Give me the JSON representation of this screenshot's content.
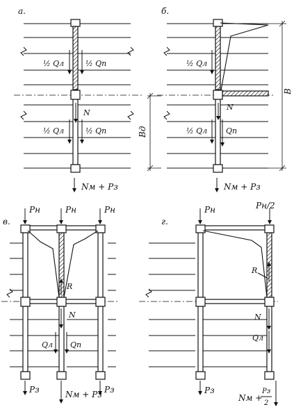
{
  "panels": {
    "a": {
      "label": "а.",
      "ql": "½ Qл",
      "qp": "½ Qп",
      "ql2": "½ Qл",
      "qp2": "½ Qп",
      "n": "N",
      "bottom": "Nм + Pз"
    },
    "b": {
      "label": "б.",
      "ql": "½ Qл",
      "n": "N",
      "ql2": "½ Qл",
      "qp": "Qп",
      "dim_b": "B",
      "dim_bd": "Bд",
      "bottom": "Nм + Pз"
    },
    "v": {
      "label": "в.",
      "p_top1": "Pн",
      "p_top2": "Pн",
      "p_top3": "Pн",
      "r": "R",
      "n": "N",
      "ql": "Qл",
      "qp": "Qп",
      "p_bot1": "Pз",
      "p_bot2": "Nм + Pз",
      "p_bot3": "Pз"
    },
    "g": {
      "label": "г.",
      "p_top1": "Pн",
      "p_top2": "Pн/2",
      "r": "R",
      "n": "N",
      "ql": "Qл",
      "p_bot1": "Pз",
      "p_bot2_main": "Nм +",
      "p_bot2_num": "Pз",
      "p_bot2_den": "2"
    }
  }
}
